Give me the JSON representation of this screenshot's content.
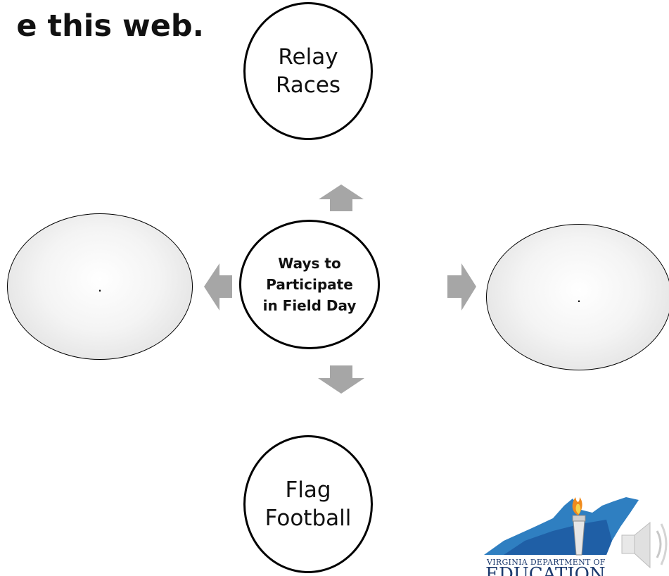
{
  "heading": "e this web.",
  "nodes": {
    "top": [
      "Relay",
      "Races"
    ],
    "bottom": [
      "Flag",
      "Football"
    ],
    "center": [
      "Ways to",
      "Participate",
      "in Field Day"
    ],
    "left": ".",
    "right": "."
  },
  "logo": {
    "line1": "VIRGINIA DEPARTMENT OF",
    "line2": "EDUCATION"
  },
  "colors": {
    "arrow": "#a6a6a6",
    "logo_blue": "#1c3a6e"
  }
}
